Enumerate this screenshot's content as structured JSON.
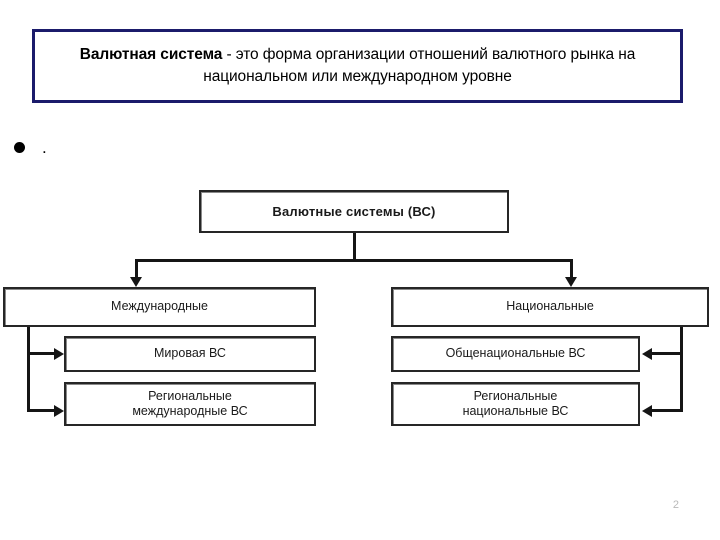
{
  "slide": {
    "definition": {
      "term": "Валютная система",
      "rest": " - это форма организации отношений валютного рынка на национальном или международном уровне",
      "border_color": "#1b1b6b"
    },
    "bullet": {
      "marker": "bullet-dot",
      "text": "."
    },
    "page_number": "2"
  },
  "diagram": {
    "title_node": {
      "label": "Валютные системы (ВС)"
    },
    "level2": [
      {
        "id": "international",
        "label": "Международные"
      },
      {
        "id": "national",
        "label": "Национальные"
      }
    ],
    "level3_left": [
      {
        "id": "world",
        "label": "Мировая ВС"
      },
      {
        "id": "regional-international",
        "label": "Региональные\nмеждународные ВС"
      }
    ],
    "level3_right": [
      {
        "id": "general-national",
        "label": "Общенациональные ВС"
      },
      {
        "id": "regional-national",
        "label": "Региональные\nнациональные ВС"
      }
    ],
    "colors": {
      "box_border": "#262626",
      "box_fill": "#ffffff",
      "connector": "#151515"
    }
  }
}
